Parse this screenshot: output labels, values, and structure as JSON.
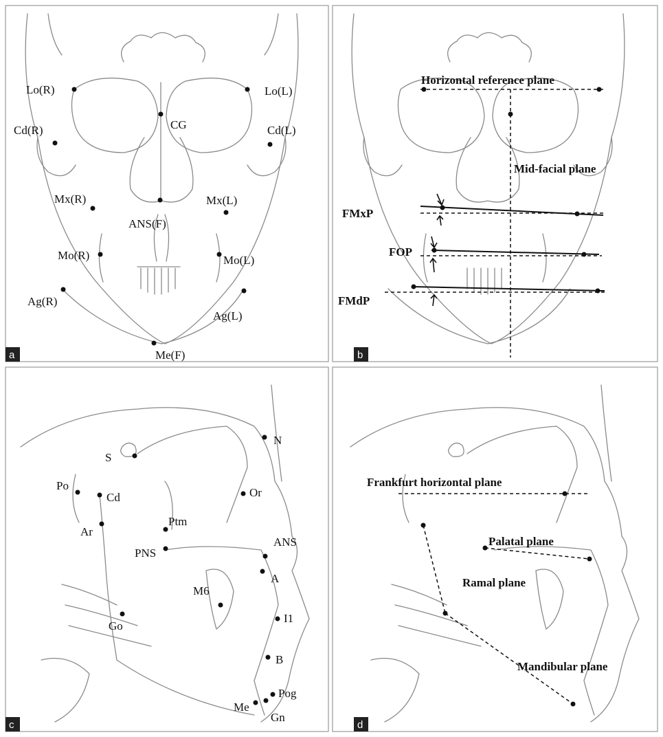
{
  "panel_a": {
    "tag": "a",
    "labels": {
      "lo_r": "Lo(R)",
      "lo_l": "Lo(L)",
      "cg": "CG",
      "cd_r": "Cd(R)",
      "cd_l": "Cd(L)",
      "mx_r": "Mx(R)",
      "mx_l": "Mx(L)",
      "ans_f": "ANS(F)",
      "mo_r": "Mo(R)",
      "mo_l": "Mo(L)",
      "ag_r": "Ag(R)",
      "ag_l": "Ag(L)",
      "me_f": "Me(F)"
    }
  },
  "panel_b": {
    "tag": "b",
    "labels": {
      "horizontal_reference_plane": "Horizontal reference plane",
      "mid_facial_plane": "Mid-facial plane",
      "fmxp": "FMxP",
      "fop": "FOP",
      "fmdp": "FMdP"
    }
  },
  "panel_c": {
    "tag": "c",
    "labels": {
      "s": "S",
      "n": "N",
      "po": "Po",
      "cd": "Cd",
      "or": "Or",
      "ar": "Ar",
      "ptm": "Ptm",
      "ans": "ANS",
      "pns": "PNS",
      "a": "A",
      "m6": "M6",
      "go": "Go",
      "i1": "I1",
      "b": "B",
      "pog": "Pog",
      "me": "Me",
      "gn": "Gn"
    }
  },
  "panel_d": {
    "tag": "d",
    "labels": {
      "frankfurt_horizontal_plane": "Frankfurt horizontal plane",
      "palatal_plane": "Palatal plane",
      "ramal_plane": "Ramal plane",
      "mandibular_plane": "Mandibular plane"
    }
  }
}
